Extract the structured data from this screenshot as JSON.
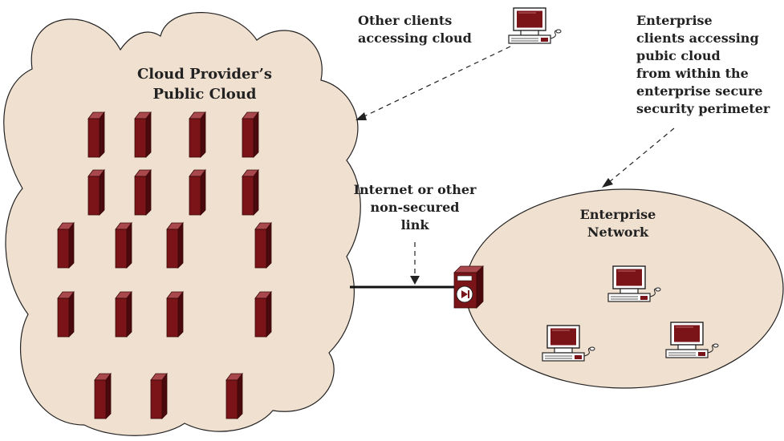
{
  "cloud": {
    "title_lines": [
      "Cloud Provider’s",
      "Public Cloud"
    ],
    "fill": "#f0e0d0",
    "server_color": "#7a1418"
  },
  "other_clients": {
    "label_lines": [
      "Other clients",
      "accessing cloud"
    ]
  },
  "enterprise_clients": {
    "label_lines": [
      "Enterprise",
      "clients accessing",
      "pubic cloud",
      "from within the",
      "enterprise secure",
      "security perimeter"
    ]
  },
  "link": {
    "label_lines": [
      "Internet or other",
      "non-secured",
      "link"
    ]
  },
  "enterprise_network": {
    "label_lines": [
      "Enterprise",
      "Network"
    ],
    "fill": "#f0e0d0"
  },
  "icons": {
    "server": "server-tower-icon",
    "firewall": "firewall-icon",
    "workstation": "desktop-computer-icon"
  }
}
